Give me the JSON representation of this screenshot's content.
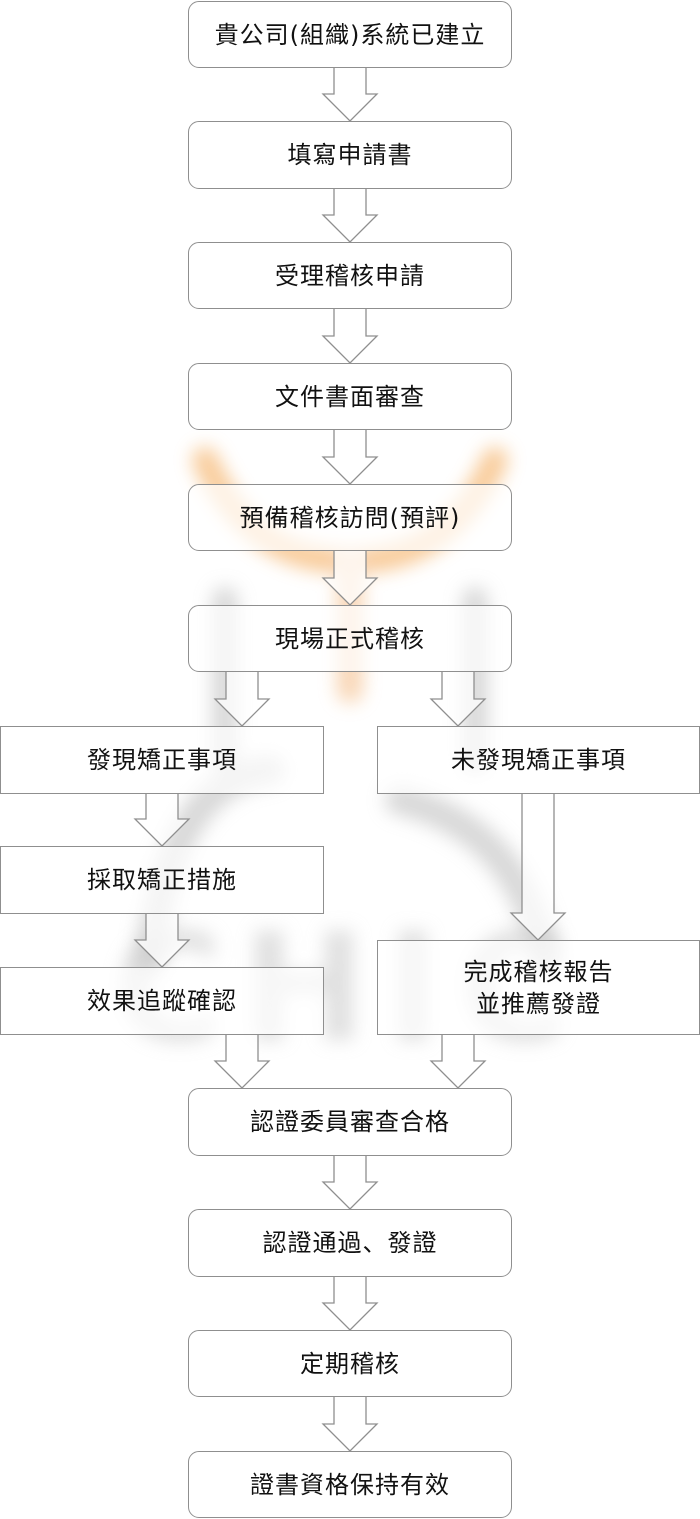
{
  "flowchart": {
    "watermark": {
      "text": "CHIC",
      "accent_color": "#f3a24a",
      "gray_color": "#b9b9b9"
    },
    "main_steps": [
      {
        "id": "b1",
        "lines": [
          "貴公司(組織)系統已建立"
        ]
      },
      {
        "id": "b2",
        "lines": [
          "填寫申請書"
        ]
      },
      {
        "id": "b3",
        "lines": [
          "受理稽核申請"
        ]
      },
      {
        "id": "b4",
        "lines": [
          "文件書面審查"
        ]
      },
      {
        "id": "b5",
        "lines": [
          "預備稽核訪問(預評)"
        ]
      },
      {
        "id": "b6",
        "lines": [
          "現場正式稽核"
        ]
      }
    ],
    "branch_left": [
      {
        "id": "bl1",
        "lines": [
          "發現矯正事項"
        ]
      },
      {
        "id": "bl2",
        "lines": [
          "採取矯正措施"
        ]
      },
      {
        "id": "bl3",
        "lines": [
          "效果追蹤確認"
        ]
      }
    ],
    "branch_right": [
      {
        "id": "br1",
        "lines": [
          "未發現矯正事項"
        ]
      },
      {
        "id": "br2",
        "lines": [
          "完成稽核報告",
          "並推薦發證"
        ]
      }
    ],
    "final_steps": [
      {
        "id": "b7",
        "lines": [
          "認證委員審查合格"
        ]
      },
      {
        "id": "b8",
        "lines": [
          "認證通過、發證"
        ]
      },
      {
        "id": "b9",
        "lines": [
          "定期稽核"
        ]
      },
      {
        "id": "b10",
        "lines": [
          "證書資格保持有效"
        ]
      }
    ],
    "colors": {
      "border": "#8f8f8f",
      "text": "#111111",
      "arrow_stroke": "#8f8f8f",
      "arrow_fill": "#ffffff"
    }
  }
}
